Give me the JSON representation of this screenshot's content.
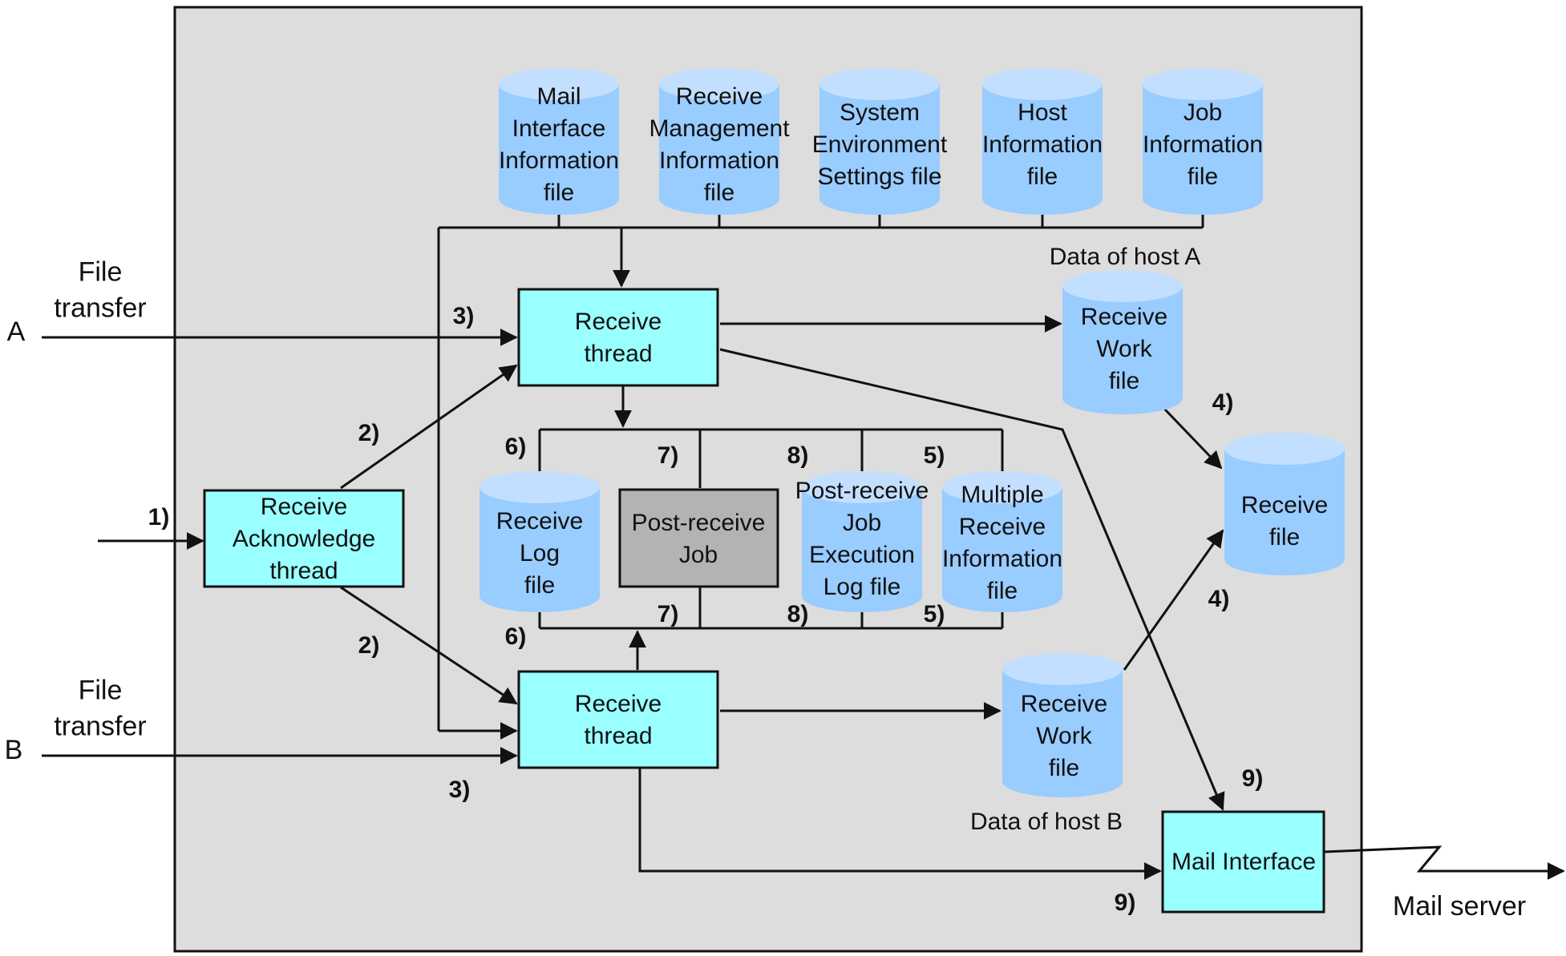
{
  "inputs": {
    "a_label": "A",
    "b_label": "B",
    "a_transfer": [
      "File",
      "transfer"
    ],
    "b_transfer": [
      "File",
      "transfer"
    ]
  },
  "processes": {
    "receive_ack": [
      "Receive",
      "Acknowledge",
      "thread"
    ],
    "receive_thread_a": [
      "Receive",
      "thread"
    ],
    "receive_thread_b": [
      "Receive",
      "thread"
    ],
    "post_receive_job": [
      "Post-receive",
      "Job"
    ],
    "mail_interface": [
      "Mail Interface"
    ]
  },
  "files": {
    "mail_interface_info": [
      "Mail",
      "Interface",
      "Information",
      "file"
    ],
    "receive_mgmt_info": [
      "Receive",
      "Management",
      "Information",
      "file"
    ],
    "system_env": [
      "System",
      "Environment",
      "Settings file"
    ],
    "host_info": [
      "Host",
      "Information",
      "file"
    ],
    "job_info": [
      "Job",
      "Information",
      "file"
    ],
    "receive_work_a": [
      "Receive",
      "Work",
      "file"
    ],
    "receive_work_b": [
      "Receive",
      "Work",
      "file"
    ],
    "receive_file": [
      "Receive",
      "file"
    ],
    "receive_log": [
      "Receive",
      "Log",
      "file"
    ],
    "post_receive_log": [
      "Post-receive",
      "Job",
      "Execution",
      "Log file"
    ],
    "multiple_receive_info": [
      "Multiple",
      "Receive",
      "Information",
      "file"
    ]
  },
  "captions": {
    "host_a": "Data of host A",
    "host_b": "Data of host B",
    "mail_server": "Mail server"
  },
  "steps": {
    "s1": "1)",
    "s2": "2)",
    "s3": "3)",
    "s4": "4)",
    "s5": "5)",
    "s6": "6)",
    "s7": "7)",
    "s8": "8)",
    "s9": "9)"
  },
  "colors": {
    "process_fill": "#99ffff",
    "job_fill": "#b3b3b3",
    "cylinder_fill": "#99ccff",
    "cylinder_top": "#c2dfff",
    "panel_fill": "#dddddd"
  }
}
